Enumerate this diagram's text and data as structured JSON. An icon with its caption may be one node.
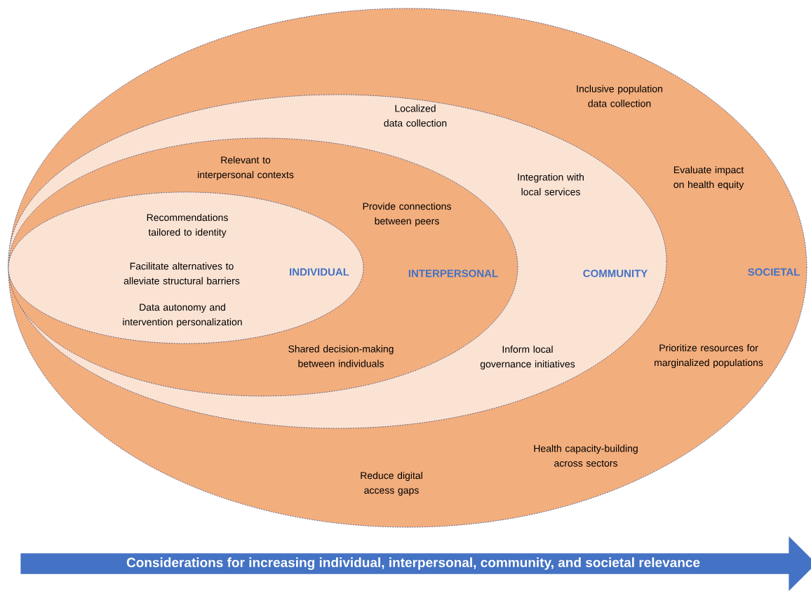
{
  "diagram": {
    "nodes": [
      {
        "text": [
          "SOCIETAL",
          "Inclusive population data collection",
          "Evaluate impact on health equity",
          "Prioritize resources for marginalized populations",
          "Health capacity-building across sectors",
          "Reduce digital access gaps"
        ]
      },
      {
        "text": [
          "COMMUNITY",
          "Localized data collection",
          "Integration with local services",
          "Inform local governance initiatives"
        ],
        "in": 0
      },
      {
        "text": [
          "INTERPERSONAL",
          "Relevant to interpersonal contexts",
          "Provide connections between peers",
          "Shared decision-making between individuals"
        ],
        "in": 1
      },
      {
        "text": [
          "INDIVIDUAL",
          "Recommendations tailored to identity",
          "Facilitate alternatives to alleviate structural barriers",
          "Data autonomy and intervention personalization"
        ],
        "in": 2
      },
      {
        "text": [
          "Considerations for increasing individual, interpersonal, community, and societal relevance"
        ]
      }
    ]
  }
}
